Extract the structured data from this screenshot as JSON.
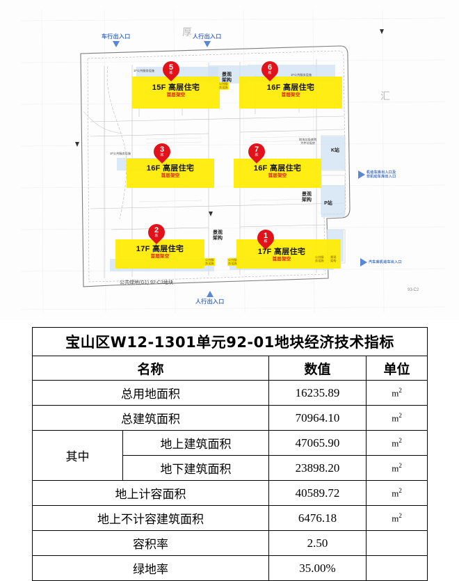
{
  "site_plan": {
    "north_marker": "厚",
    "right_marker": "汇",
    "parcel_ref_bottom_right": "93-C2",
    "entrances": [
      {
        "id": "vehicle-north",
        "label": "车行出入口",
        "direction": "down"
      },
      {
        "id": "pedestrian-north",
        "label": "人行出入口",
        "direction": "down"
      },
      {
        "id": "pedestrian-south",
        "label": "人行出入口",
        "direction": "up"
      },
      {
        "id": "east-note",
        "label": "机动车库出入口及\n非机动车库出入口",
        "direction": "right"
      },
      {
        "id": "east-vehicle",
        "label": "汽车库机动车出入口",
        "direction": "right"
      }
    ],
    "buildings": [
      {
        "no": "5",
        "unit": "栋",
        "floors": "15F",
        "type": "高层住宅",
        "note": "首层架空"
      },
      {
        "no": "6",
        "unit": "栋",
        "floors": "16F",
        "type": "高层住宅",
        "note": "首层架空"
      },
      {
        "no": "3",
        "unit": "栋",
        "floors": "16F",
        "type": "高层住宅",
        "note": "首层架空"
      },
      {
        "no": "7",
        "unit": "栋",
        "floors": "16F",
        "type": "高层住宅",
        "note": "首层架空"
      },
      {
        "no": "2",
        "unit": "栋",
        "floors": "17F",
        "type": "高层住宅",
        "note": "首层架空"
      },
      {
        "no": "1",
        "unit": "栋",
        "floors": "17F",
        "type": "高层住宅",
        "note": "首层架空"
      }
    ],
    "facility_labels": [
      {
        "id": "landscape-structure-north",
        "text": "景观\n架构"
      },
      {
        "id": "landscape-structure-east",
        "text": "景观\n架构"
      },
      {
        "id": "landscape-structure-south",
        "text": "景观\n架构"
      },
      {
        "id": "k-station",
        "text": "K站"
      },
      {
        "id": "p-station",
        "text": "P站"
      }
    ],
    "small_labels": [
      {
        "id": "public-service-5",
        "text": "1F公共服务设施"
      },
      {
        "id": "public-service-6",
        "text": "1F公共服务设施"
      },
      {
        "id": "public-service-3",
        "text": "1F公共服务设施"
      },
      {
        "id": "substation",
        "text": "地块垃圾收院\n大件垃圾房"
      }
    ],
    "yellow_tags": [
      {
        "id": "public-service-tag-1",
        "text": "公共服\n务设施"
      },
      {
        "id": "public-service-tag-2",
        "text": "公共服\n务设施"
      },
      {
        "id": "public-service-tag-3",
        "text": "公共服\n务设施"
      },
      {
        "id": "public-service-tag-4",
        "text": "公共服\n务设施"
      },
      {
        "id": "landscape-tag-1",
        "text": "景观\n架构"
      }
    ],
    "green_land_label": "公共绿地(G1) 92-C3地块"
  },
  "table": {
    "title": "宝山区W12-1301单元92-01地块经济技术指标",
    "headers": {
      "name": "名称",
      "value": "数值",
      "unit": "单位"
    },
    "group_label": "其中",
    "unit_sqm": "m",
    "unit_sqm_sup": "2",
    "rows": [
      {
        "name": "总用地面积",
        "value": "16235.89",
        "unit": "sqm"
      },
      {
        "name": "总建筑面积",
        "value": "70964.10",
        "unit": "sqm"
      },
      {
        "name": "地上建筑面积",
        "value": "47065.90",
        "unit": "sqm"
      },
      {
        "name": "地下建筑面积",
        "value": "23898.20",
        "unit": "sqm"
      },
      {
        "name": "地上计容面积",
        "value": "40589.72",
        "unit": "sqm"
      },
      {
        "name": "地上不计容建筑面积",
        "value": "6476.18",
        "unit": "sqm"
      },
      {
        "name": "容积率",
        "value": "2.50",
        "unit": ""
      },
      {
        "name": "绿地率",
        "value": "35.00%",
        "unit": ""
      }
    ]
  },
  "colors": {
    "building_yellow": "#ffec00",
    "pin_red": "#e2121b",
    "sub_red": "#e01b1b",
    "entrance_blue": "#3f6fc4",
    "ancillary_blue": "#cfe0f2"
  }
}
